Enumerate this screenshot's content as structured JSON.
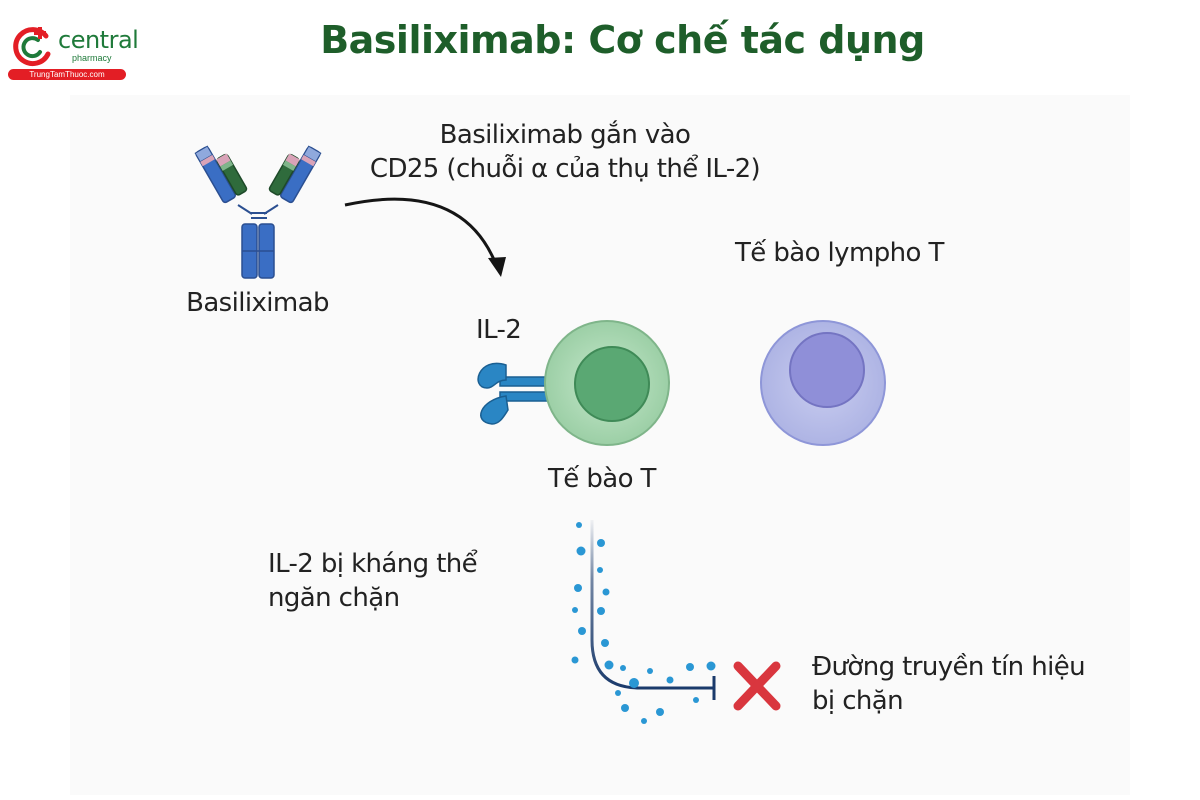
{
  "brand": {
    "name": "central",
    "tagline": "pharmacy",
    "site": "TrungTamThuoc.com",
    "colors": {
      "green": "#1f7a3a",
      "red": "#e31e25"
    }
  },
  "title": "Basiliximab: Cơ chế tác dụng",
  "labels": {
    "antibody": "Basiliximab",
    "binding_line1": "Basiliximab gắn vào",
    "binding_line2": "CD25 (chuỗi α của thụ thể IL-2)",
    "lymphocyte": "Tế bào lympho T",
    "il2": "IL-2",
    "t_cell": "Tế bào T",
    "blocked_line1": "IL-2 bị kháng thể",
    "blocked_line2": "ngăn chặn",
    "signal_line1": "Đường truyền tín hiệu",
    "signal_line2": "bị chặn"
  },
  "colors": {
    "title": "#1e5e2a",
    "antibody_blue": "#3a6ec4",
    "antibody_green": "#2f6b3c",
    "t_cell": "#a9d8b1",
    "t_cell_nucleus": "#5aa873",
    "lymphocyte": "#b7bde8",
    "lymphocyte_nucleus": "#8f8fd8",
    "receptor": "#2a86c4",
    "blocked_x": "#d9363e",
    "dots": "#2a97d4"
  },
  "icons": [
    "antibody-icon",
    "curved-arrow-icon",
    "receptor-icon",
    "t-cell-icon",
    "lymphocyte-icon",
    "signal-path-icon",
    "blocked-x-icon"
  ]
}
